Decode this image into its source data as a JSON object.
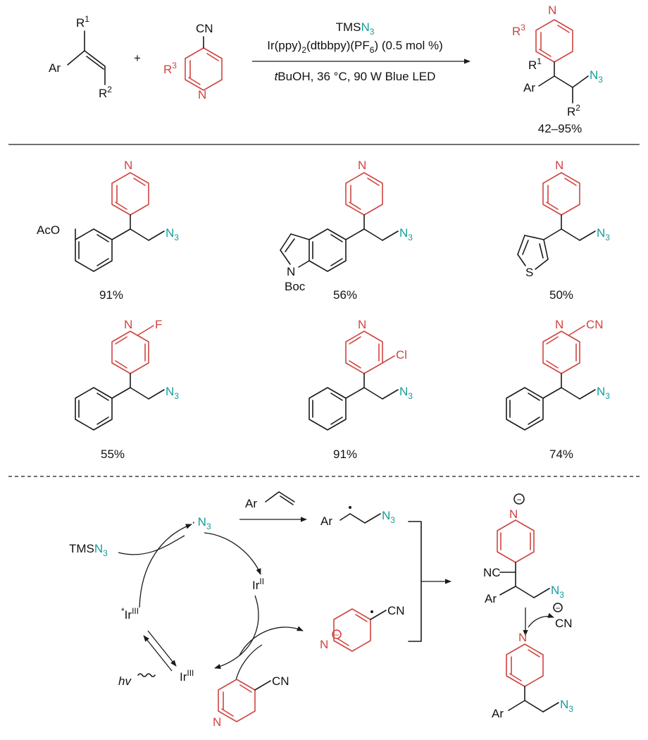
{
  "colors": {
    "pyridine": "#cf4440",
    "azide": "#149c9a",
    "ink": "#1a1a1a"
  },
  "reaction": {
    "alkene": {
      "ar": "Ar",
      "r1": "R",
      "r1_sup": "1",
      "r2": "R",
      "r2_sup": "2"
    },
    "plus": "+",
    "pyridine": {
      "cn": "CN",
      "r3": "R",
      "r3_sup": "3",
      "n": "N"
    },
    "conditions": {
      "reagent_a": "TMS",
      "reagent_b": "N",
      "reagent_b_sub": "3",
      "catalyst_a": "Ir(ppy)",
      "catalyst_sub1": "2",
      "catalyst_b": "(dtbbpy)(PF",
      "catalyst_sub2": "6",
      "catalyst_c": ") (0.5 mol %)",
      "solvent_it": "t",
      "solvent_rest": "BuOH, 36 °C, 90 W Blue LED"
    },
    "product": {
      "n": "N",
      "r3": "R",
      "r3_sup": "3",
      "r1": "R",
      "r1_sup": "1",
      "ar": "Ar",
      "n3": "N",
      "n3_sub": "3",
      "r2": "R",
      "r2_sup": "2",
      "yield": "42–95%"
    }
  },
  "examples": [
    {
      "substituent": "AcO",
      "yield": "91%"
    },
    {
      "substituent_n": "N",
      "boc": "Boc",
      "yield": "56%"
    },
    {
      "s": "S",
      "yield": "50%"
    },
    {
      "f": "F",
      "yield": "55%"
    },
    {
      "cl": "Cl",
      "yield": "91%"
    },
    {
      "cn": "CN",
      "yield": "74%"
    }
  ],
  "example_labels": {
    "n": "N",
    "n3": "N",
    "n3_sub": "3"
  },
  "mechanism": {
    "tms": "TMS",
    "n3": "N",
    "n3_sub": "3",
    "radical_dot": "·",
    "ar": "Ar",
    "ir2": "Ir",
    "ir2_sup": "II",
    "ir3_excited_star": "*",
    "ir3_excited": "Ir",
    "ir3_excited_sup": "III",
    "ir3": "Ir",
    "ir3_sup": "III",
    "hv": "hv",
    "cn": "CN",
    "nc": "NC",
    "n_minus": "N",
    "minus": "−"
  }
}
